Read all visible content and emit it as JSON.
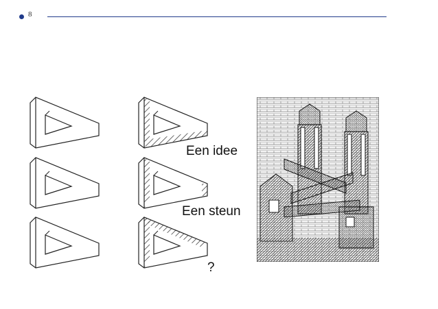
{
  "page": {
    "number": "8"
  },
  "labels": {
    "idea": "Een idee",
    "support": "Een steun",
    "question": "?"
  },
  "figures": {
    "left_column": [
      "outline-triangle",
      "outline-triangle",
      "outline-triangle"
    ],
    "middle_column": [
      "hatched-bottom-triangle",
      "partially-hatched-triangle",
      "hatched-top-triangle"
    ],
    "artwork": "escher-waterfall-engraving"
  },
  "colors": {
    "accent": "#1f3a8a",
    "ink": "#111111"
  }
}
